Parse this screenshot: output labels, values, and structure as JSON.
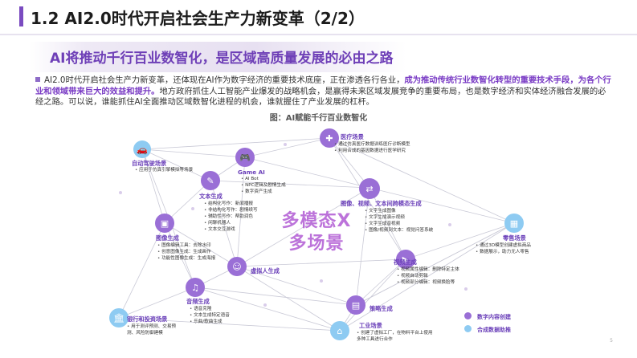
{
  "header": {
    "title": "1.2 AI2.0时代开启社会生产力新变革（2/2）",
    "subtitle": "AI将推动千行百业数智化，是区域高质量发展的必由之路"
  },
  "paragraph": {
    "part1": "AI2.0时代开启社会生产力新变革，还体现在AI作为数字经济的重要技术底座，正在渗透各行各业，",
    "highlight": "成为推动传统行业数智化转型的重要技术手段，为各个行业和领域带来巨大的效益和提升。",
    "part2": "地方政府抓住人工智能产业爆发的战略机会，是赢得未来区域发展竞争的重要布局，也是数字经济和实体经济融合发展的必经之路。可以说，谁能抓住AI全面推动区域数智化进程的机会，谁就握住了产业发展的杠杆。"
  },
  "figure": {
    "caption": "图：AI赋能千行百业数智化",
    "center_text_1": "多模态X",
    "center_text_2": "多场景"
  },
  "nodes": {
    "auto_driving": {
      "label": "自动驾驶场景",
      "details": [
        "应用于仿真引擎模拟等场景"
      ],
      "icon": "car-icon"
    },
    "medical": {
      "label": "医疗场景",
      "details": [
        "通过仿真医疗数据训练医疗诊断模型",
        "利用合成的基因数据进行医学研究"
      ],
      "icon": "medical-cross-icon"
    },
    "game_ai": {
      "label": "Game AI",
      "details": [
        "AI Bot",
        "NPC逻辑及剧情生成",
        "数字资产生成"
      ],
      "icon": "gamepad-icon"
    },
    "text_gen": {
      "label": "文本生成",
      "details": [
        "结构化写作：新闻播报",
        "非结构化写作：剧情续写",
        "辅助性写作：帮助润色",
        "闲聊机器人",
        "文本交互游戏"
      ],
      "icon": "document-icon"
    },
    "cross_modal": {
      "label": "图像、视频、文本间跨模态生成",
      "details": [
        "文字生成图像",
        "文字生成演示视频",
        "文字生成音视频",
        "图像/视频到文本：视觉问答系统"
      ],
      "icon": "swap-icon"
    },
    "retail": {
      "label": "零售场景",
      "details": [
        "通过3D模型创建虚拟商品",
        "数据展示，助力无人零售"
      ],
      "icon": "store-icon"
    },
    "image_gen": {
      "label": "图像生成",
      "details": [
        "图像编辑工具：去除水印",
        "创意图像生成：生成画作",
        "功能性图像生成：生成海报"
      ],
      "icon": "image-icon"
    },
    "virtual_human": {
      "label": "虚拟人生成",
      "details": [],
      "icon": "person-icon"
    },
    "video_gen": {
      "label": "视频生成",
      "details": [
        "视频属性编辑：删除特定主体",
        "视频自动剪辑",
        "视频部分编辑：视频换脸等"
      ],
      "icon": "video-icon"
    },
    "audio_gen": {
      "label": "音频生成",
      "details": [
        "语音克隆",
        "文本生成特定语音",
        "乐曲/歌曲生成"
      ],
      "icon": "music-icon"
    },
    "finance": {
      "label": "银行和投资场景",
      "details": [
        "用于测评预测、交易预测、风险防御建模"
      ],
      "icon": "bank-icon"
    },
    "strategy_gen": {
      "label": "策略生成",
      "details": [],
      "icon": "strategy-icon"
    },
    "industry": {
      "label": "工业场景",
      "details": [
        "创建了虚拟工厂，在物料平台上使用多种工具进行合作"
      ],
      "icon": "factory-icon"
    }
  },
  "legend": {
    "content_creation": "数字内容创建",
    "data_synthesis": "合成数据助推"
  },
  "page_number": "5",
  "colors": {
    "accent": "#7a4bc0",
    "content_node": "#9a6fd6",
    "data_node": "#8ecbf2"
  }
}
